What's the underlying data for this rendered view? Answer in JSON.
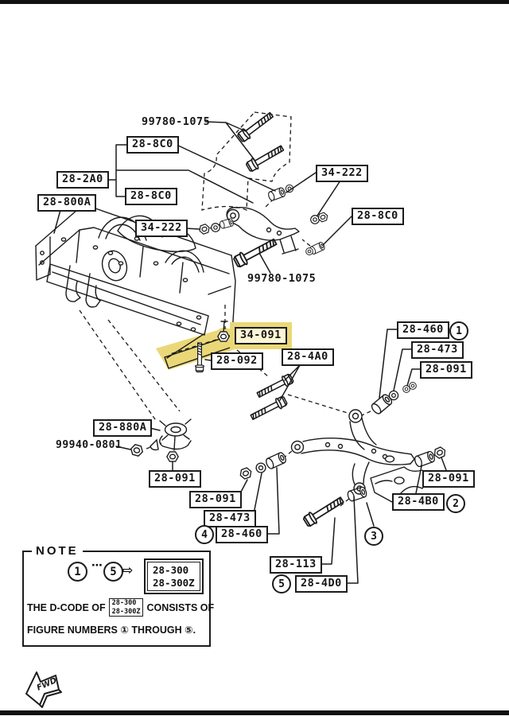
{
  "colors": {
    "highlight": "#EAD878",
    "line": "#1b1b1b",
    "background": "#ffffff"
  },
  "diagram_labels": [
    {
      "text": "99780-1075",
      "style": "plain"
    },
    {
      "text": "28-8C0",
      "style": "boxed"
    },
    {
      "text": "28-2A0",
      "style": "boxed"
    },
    {
      "text": "28-800A",
      "style": "boxed"
    },
    {
      "text": "28-8C0",
      "style": "boxed"
    },
    {
      "text": "34-222",
      "style": "boxed"
    },
    {
      "text": "34-222",
      "style": "boxed"
    },
    {
      "text": "28-8C0",
      "style": "boxed"
    },
    {
      "text": "99780-1075",
      "style": "plain"
    },
    {
      "text": "34-091",
      "style": "boxed",
      "highlighted": true
    },
    {
      "text": "28-092",
      "style": "boxed"
    },
    {
      "text": "28-4A0",
      "style": "boxed"
    },
    {
      "text": "28-460",
      "style": "boxed"
    },
    {
      "text": "28-473",
      "style": "boxed"
    },
    {
      "text": "28-091",
      "style": "boxed"
    },
    {
      "text": "28-880A",
      "style": "boxed"
    },
    {
      "text": "99940-0801",
      "style": "plain"
    },
    {
      "text": "28-091",
      "style": "boxed"
    },
    {
      "text": "28-091",
      "style": "boxed"
    },
    {
      "text": "28-473",
      "style": "boxed"
    },
    {
      "text": "28-460",
      "style": "boxed"
    },
    {
      "text": "28-091",
      "style": "boxed"
    },
    {
      "text": "28-4B0",
      "style": "boxed"
    },
    {
      "text": "28-113",
      "style": "boxed"
    },
    {
      "text": "28-4D0",
      "style": "boxed"
    }
  ],
  "figure_markers": [
    {
      "digit": "1"
    },
    {
      "digit": "2"
    },
    {
      "digit": "3"
    },
    {
      "digit": "4"
    },
    {
      "digit": "5"
    }
  ],
  "note": {
    "title": "NOTE",
    "range_from": "1",
    "dots": "⋯",
    "range_to": "5",
    "arrow": "⇨",
    "dcode_top": "28-300",
    "dcode_bottom": "28-300Z",
    "text_pre": "THE D-CODE OF",
    "text_post": "CONSISTS OF",
    "line2": "FIGURE NUMBERS ① THROUGH ⑤."
  },
  "fwd_label": "FWD"
}
